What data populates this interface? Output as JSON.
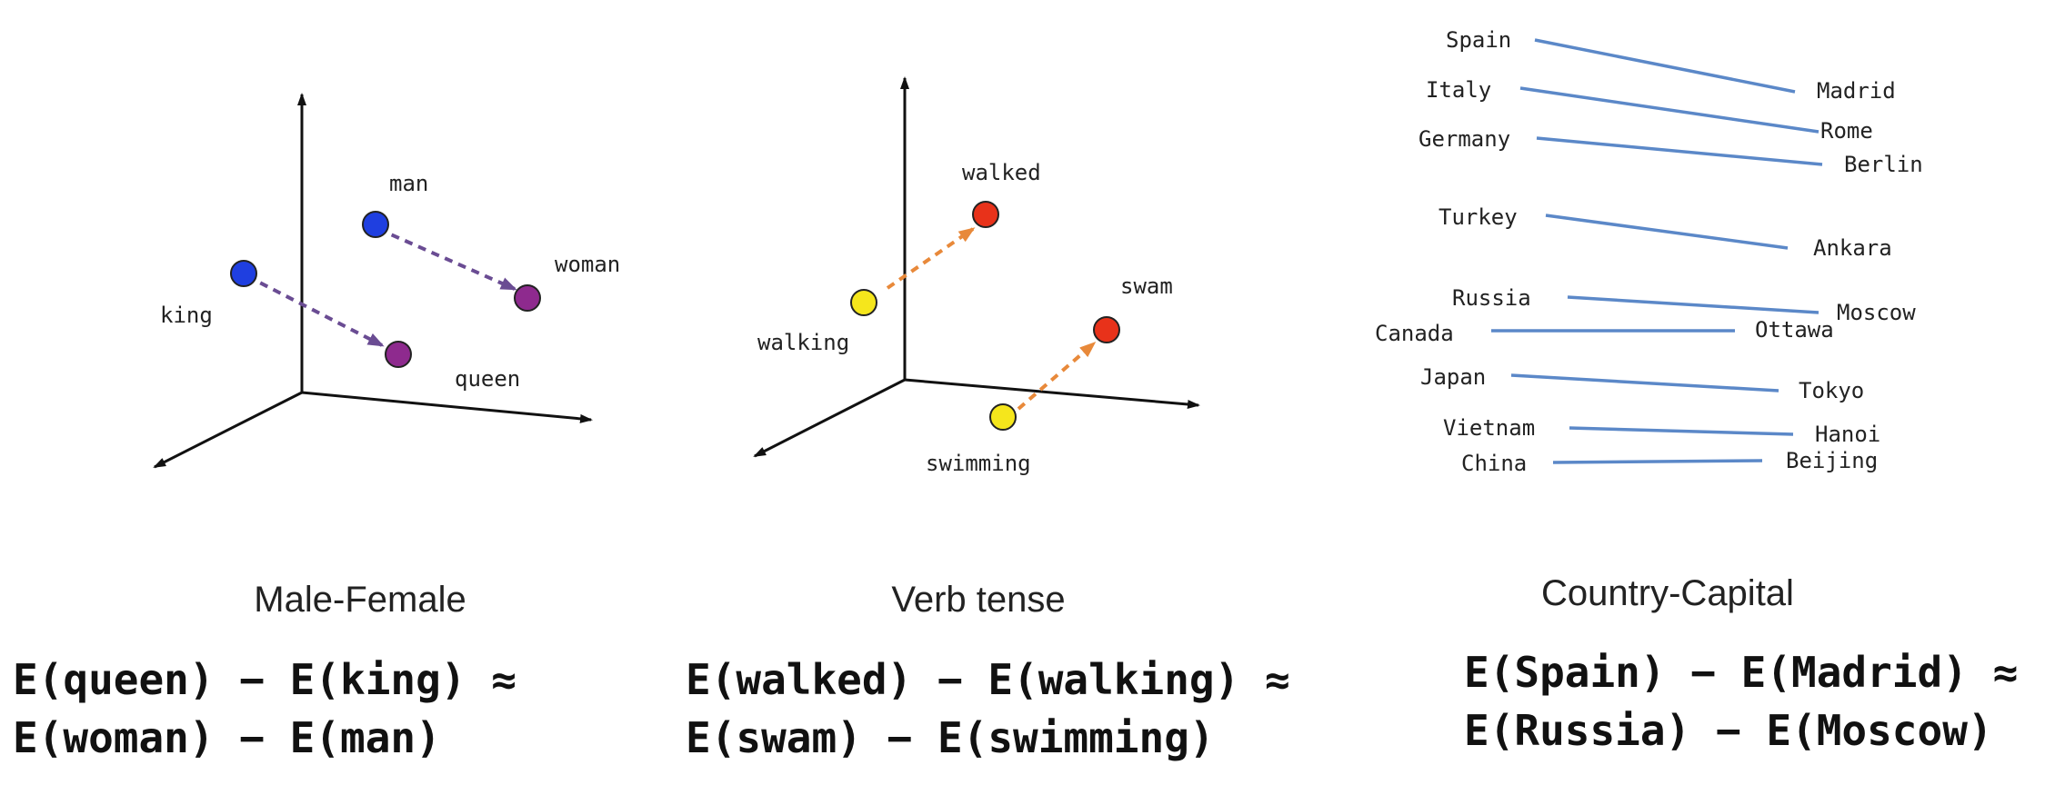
{
  "panels": {
    "male_female": {
      "caption": "Male-Female",
      "labels": {
        "man": "man",
        "woman": "woman",
        "king": "king",
        "queen": "queen"
      },
      "equation": {
        "line1": "E(queen) − E(king) ≈",
        "line2": "E(woman) − E(man)"
      }
    },
    "verb_tense": {
      "caption": "Verb tense",
      "labels": {
        "walked": "walked",
        "walking": "walking",
        "swam": "swam",
        "swimming": "swimming"
      },
      "equation": {
        "line1": "E(walked) − E(walking) ≈",
        "line2": "E(swam) − E(swimming)"
      }
    },
    "country_capital": {
      "caption": "Country-Capital",
      "pairs": [
        {
          "country": "Spain",
          "capital": "Madrid"
        },
        {
          "country": "Italy",
          "capital": "Rome"
        },
        {
          "country": "Germany",
          "capital": "Berlin"
        },
        {
          "country": "Turkey",
          "capital": "Ankara"
        },
        {
          "country": "Russia",
          "capital": "Moscow"
        },
        {
          "country": "Canada",
          "capital": "Ottawa"
        },
        {
          "country": "Japan",
          "capital": "Tokyo"
        },
        {
          "country": "Vietnam",
          "capital": "Hanoi"
        },
        {
          "country": "China",
          "capital": "Beijing"
        }
      ],
      "equation": {
        "line1": "E(Spain) − E(Madrid) ≈",
        "line2": "E(Russia) − E(Moscow)"
      }
    }
  },
  "colors": {
    "axis": "#111111",
    "arrow_male_female": "#6a4c93",
    "arrow_verb": "#e8893a",
    "line_country": "#5b88c8",
    "dot_male": "#1f3fe0",
    "dot_female": "#8e2a8e",
    "dot_present": "#f5e61c",
    "dot_past": "#e8321a"
  }
}
